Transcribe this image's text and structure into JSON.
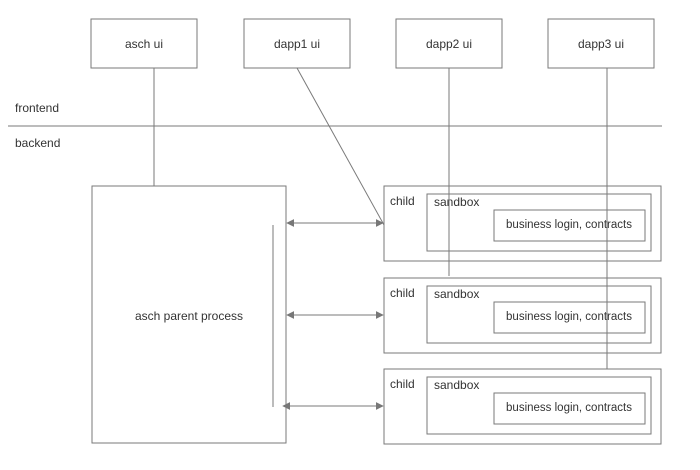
{
  "ui_nodes": [
    {
      "label": "asch ui"
    },
    {
      "label": "dapp1 ui"
    },
    {
      "label": "dapp2 ui"
    },
    {
      "label": "dapp3 ui"
    }
  ],
  "layers": {
    "frontend": "frontend",
    "backend": "backend"
  },
  "parent_process": {
    "label": "asch parent process"
  },
  "children": [
    {
      "child": "child",
      "sandbox": "sandbox",
      "logic": "business login, contracts"
    },
    {
      "child": "child",
      "sandbox": "sandbox",
      "logic": "business login, contracts"
    },
    {
      "child": "child",
      "sandbox": "sandbox",
      "logic": "business login, contracts"
    }
  ]
}
